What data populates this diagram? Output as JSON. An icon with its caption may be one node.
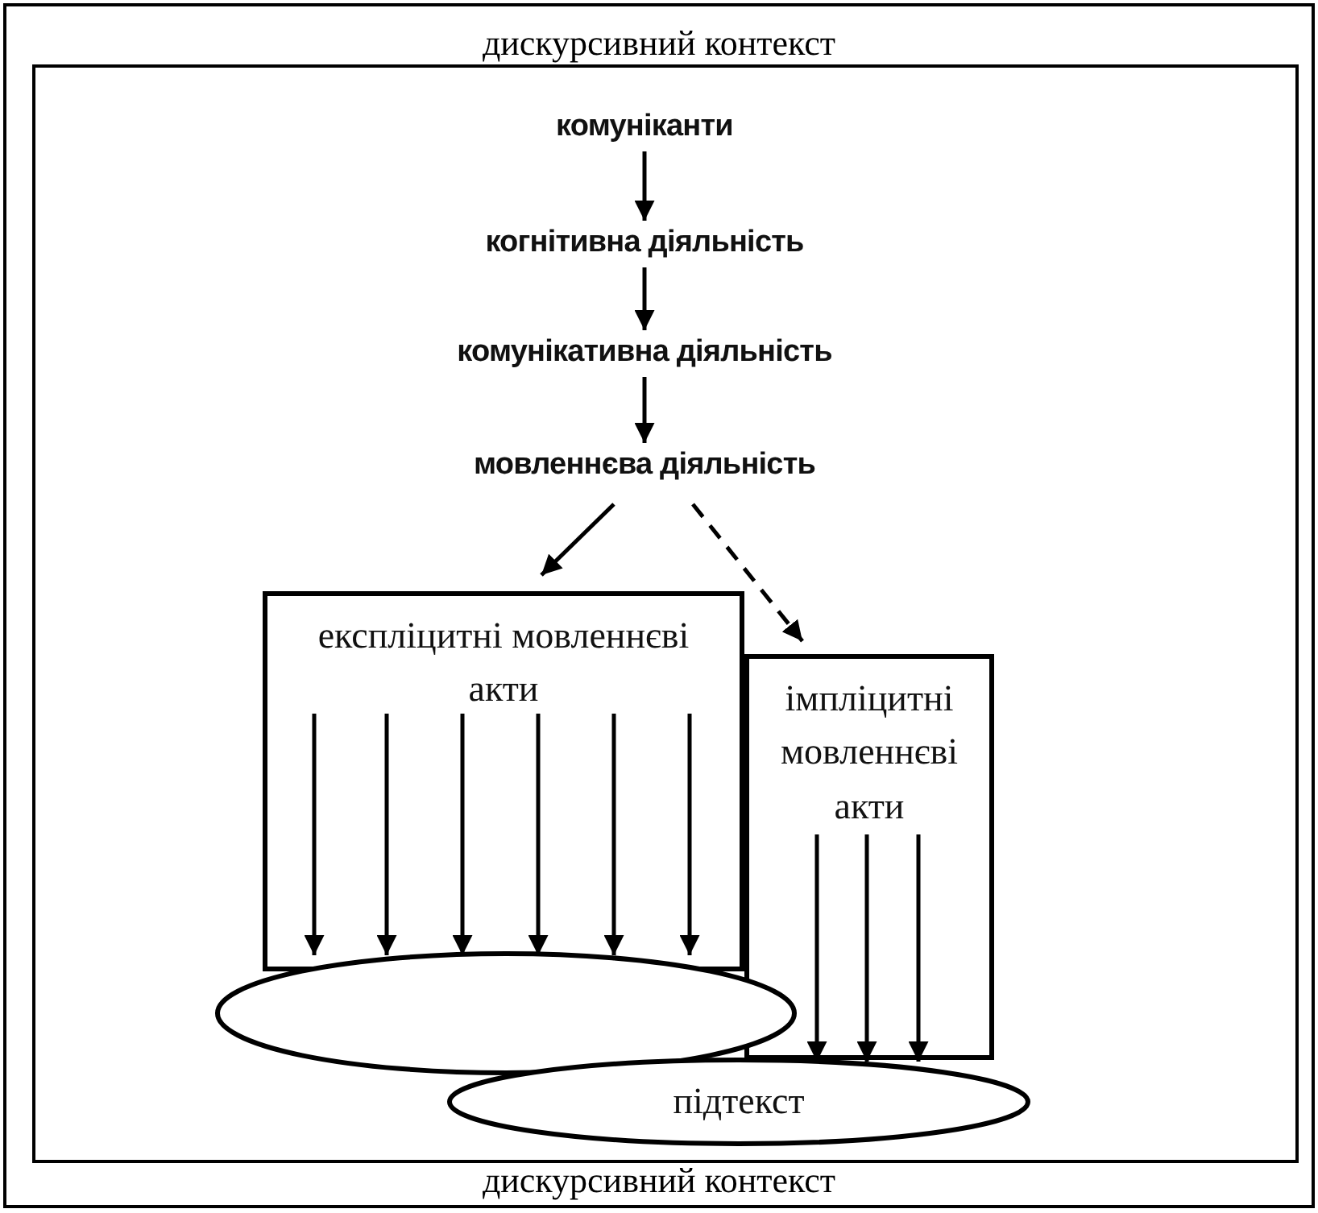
{
  "diagram": {
    "nodes": [
      {
        "text": [
          "дискурсивний контекст",
          "дискурсивний контекст"
        ]
      },
      {
        "text": [],
        "shape": "box",
        "in": 0
      },
      {
        "text": [
          "комуніканти"
        ],
        "in": 1
      },
      {
        "text": [
          "когнітивна діяльність"
        ],
        "in": 1
      },
      {
        "text": [
          "комунікативна діяльність"
        ],
        "in": 1
      },
      {
        "text": [
          "мовленнєва діяльність"
        ],
        "in": 1
      },
      {
        "text": [
          "експліцитні мовленнєві акти"
        ],
        "in": 1
      },
      {
        "text": [
          "імпліцитні мовленнєві акти"
        ],
        "in": 1
      },
      {
        "text": [],
        "shape": "ellipse",
        "in": 1
      },
      {
        "text": [
          "підтекст"
        ],
        "in": 1
      }
    ],
    "edges": [
      {
        "from": 2,
        "to": 3,
        "arrow": "to"
      },
      {
        "from": 3,
        "to": 4,
        "arrow": "to"
      },
      {
        "from": 4,
        "to": 5,
        "arrow": "to"
      },
      {
        "from": 5,
        "to": 6,
        "arrow": "to"
      },
      {
        "from": 5,
        "to": 7,
        "arrow": "to",
        "style": "dashed"
      },
      {
        "from": 6,
        "to": 8,
        "arrow": "to"
      },
      {
        "from": 6,
        "to": 8,
        "arrow": "to"
      },
      {
        "from": 6,
        "to": 8,
        "arrow": "to"
      },
      {
        "from": 6,
        "to": 8,
        "arrow": "to"
      },
      {
        "from": 6,
        "to": 8,
        "arrow": "to"
      },
      {
        "from": 6,
        "to": 8,
        "arrow": "to"
      },
      {
        "from": 7,
        "to": 9,
        "arrow": "to"
      },
      {
        "from": 7,
        "to": 9,
        "arrow": "to"
      },
      {
        "from": 7,
        "to": 9,
        "arrow": "to"
      }
    ]
  }
}
